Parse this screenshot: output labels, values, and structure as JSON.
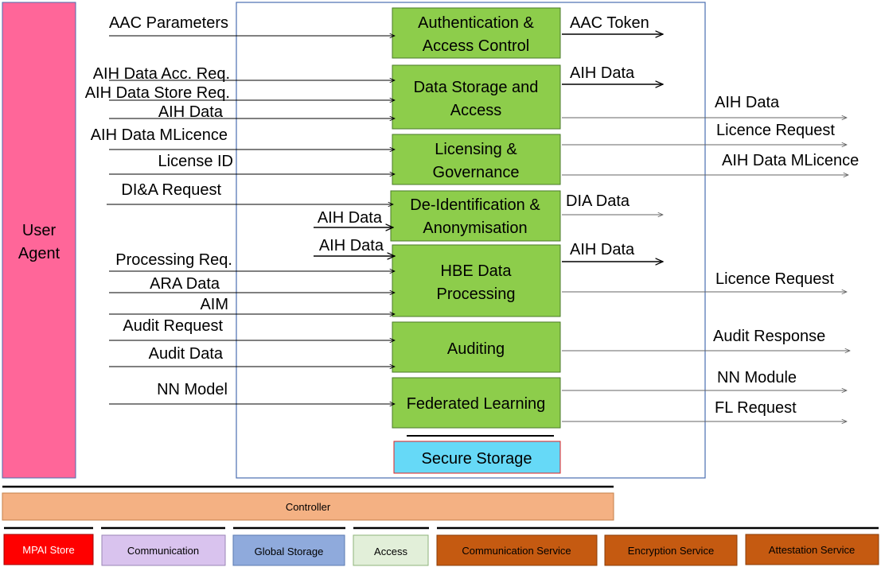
{
  "user_agent": {
    "label_line1": "User",
    "label_line2": "Agent"
  },
  "modules": [
    {
      "id": "aac",
      "line1": "Authentication &",
      "line2": "Access Control"
    },
    {
      "id": "dsa",
      "line1": "Data Storage and",
      "line2": "Access"
    },
    {
      "id": "lg",
      "line1": "Licensing &",
      "line2": "Governance"
    },
    {
      "id": "dia",
      "line1": "De-Identification &",
      "line2": "Anonymisation"
    },
    {
      "id": "hbe",
      "line1": "HBE Data",
      "line2": "Processing"
    },
    {
      "id": "aud",
      "line1": "Auditing",
      "line2": ""
    },
    {
      "id": "fl",
      "line1": "Federated Learning",
      "line2": ""
    }
  ],
  "secure_storage": "Secure Storage",
  "inputs": {
    "aac_parameters": "AAC Parameters",
    "aih_data_acc_req": "AIH Data Acc. Req.",
    "aih_data_store_req": "AIH Data Store Req.",
    "aih_data_in_1": "AIH Data",
    "aih_data_mlicence_in": "AIH Data MLicence",
    "license_id": "License ID",
    "dia_request": "DI&A Request",
    "aih_data_in_2": "AIH Data",
    "aih_data_in_3": "AIH Data",
    "processing_req": "Processing Req.",
    "ara_data": "ARA Data",
    "aim": "AIM",
    "audit_request": "Audit Request",
    "audit_data": "Audit Data",
    "nn_model": "NN Model"
  },
  "internal_outputs": {
    "aac_token": "AAC Token",
    "aih_data_out_1": "AIH Data",
    "dia_data": "DIA Data",
    "aih_data_out_2": "AIH Data"
  },
  "outputs": {
    "aih_data_out": "AIH Data",
    "licence_request_1": "Licence Request",
    "aih_data_mlicence_out": "AIH Data MLicence",
    "licence_request_2": "Licence Request",
    "audit_response": "Audit Response",
    "nn_module": "NN Module",
    "fl_request": "FL Request"
  },
  "controller": "Controller",
  "bottom_bar": {
    "mpai_store": "MPAI Store",
    "communication": "Communication",
    "global_storage": "Global Storage",
    "access": "Access",
    "communication_service": "Communication Service",
    "encryption_service": "Encryption Service",
    "attestation_service": "Attestation Service"
  },
  "colors": {
    "user_agent": "#ff6699",
    "module": "#8dcd4b",
    "secure_storage": "#66d9f7",
    "controller": "#f4b183",
    "mpai_store": "#ff0000",
    "communication": "#d9c3ee",
    "global_storage": "#8faadc",
    "access": "#e2efd9",
    "service": "#c55a11"
  }
}
